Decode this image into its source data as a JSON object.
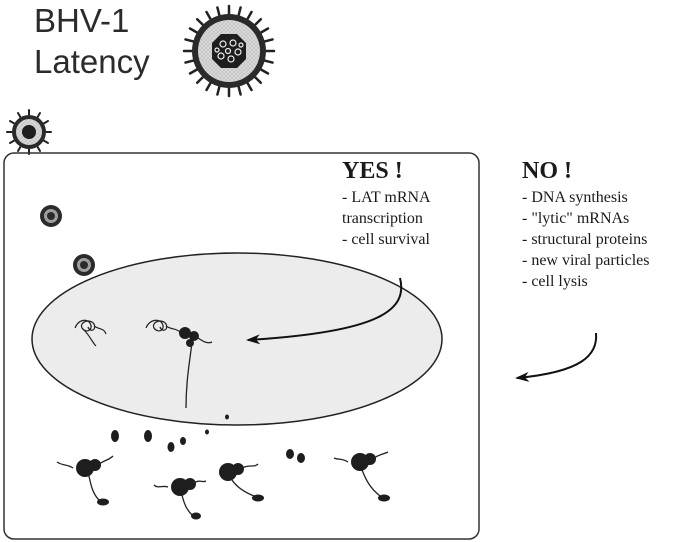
{
  "title": {
    "line1": "BHV-1",
    "line2": "Latency"
  },
  "yes_panel": {
    "heading": "YES !",
    "items": [
      "- LAT mRNA",
      "transcription",
      "- cell survival"
    ]
  },
  "no_panel": {
    "heading": "NO !",
    "items": [
      "- DNA synthesis",
      "- \"lytic\" mRNAs",
      "- structural proteins",
      "- new viral particles",
      "- cell lysis"
    ]
  }
}
